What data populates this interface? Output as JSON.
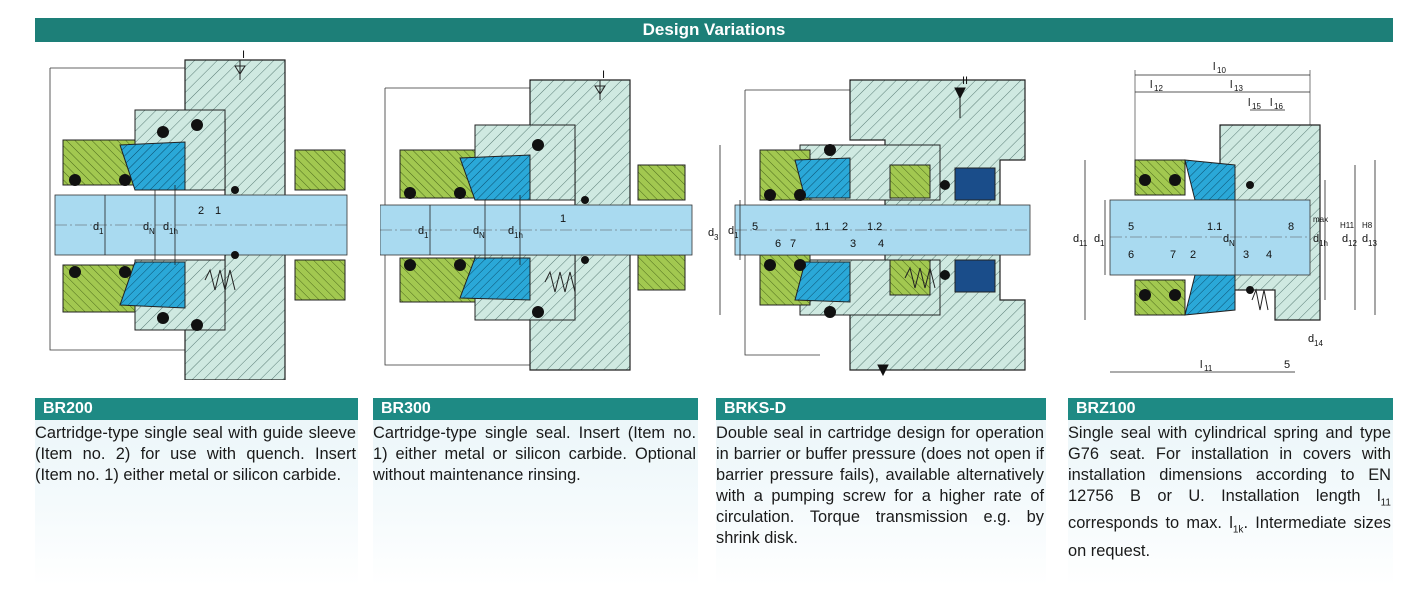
{
  "header": {
    "title": "Design Variations"
  },
  "cards": [
    {
      "title": "BR200",
      "text": "Cartridge-type single seal with guide sleeve (Item no. 2) for use with quench. Insert (Item no. 1) either metal or silicon carbide."
    },
    {
      "title": "BR300",
      "text": "Cartridge-type single seal. Insert (Item no. 1) either metal or silicon carbide. Optional without maintenance rinsing."
    },
    {
      "title": "BRKS-D",
      "text": "Double seal in cartridge design for operation in barrier or buffer pressure (does not open if barrier pressure fails), available alternatively with a pumping screw for a higher rate of circulation. Torque transmission e.g. by shrink disk."
    },
    {
      "title": "BRZ100",
      "text_parts": [
        "Single seal with cylindrical spring and type G76 seat. For installation in covers with installation dimensions according to EN 12756 B or U. Installation length l",
        "11",
        " corresponds to max. l",
        "1k",
        ". Intermediate sizes on request."
      ]
    }
  ],
  "drawings": {
    "br200": {
      "labels": [
        "d",
        "1",
        "d",
        "N",
        "d",
        "1h",
        "2",
        "1",
        "I",
        "I"
      ]
    },
    "br300": {
      "labels": [
        "d",
        "1",
        "d",
        "N",
        "d",
        "1h",
        "1",
        "I",
        "I"
      ]
    },
    "brksd": {
      "labels": [
        "d",
        "3",
        "d",
        "1",
        "5",
        "1.1",
        "2",
        "1.2",
        "6",
        "7",
        "3",
        "4",
        "II"
      ]
    },
    "brz100": {
      "labels": [
        "l",
        "10",
        "l",
        "12",
        "l",
        "13",
        "l",
        "15",
        "l",
        "16",
        "d",
        "11",
        "d",
        "1",
        "5",
        "1.1",
        "8",
        "d",
        "N",
        "d",
        "1h",
        "max",
        "d",
        "12",
        "H11",
        "d",
        "13",
        "H8",
        "6",
        "7",
        "2",
        "3",
        "4",
        "d",
        "14",
        "l",
        "11",
        "5"
      ]
    }
  },
  "colors": {
    "header": "#1d7f78",
    "card_title": "#1e8a84",
    "shaft": "#a9daf0",
    "housing": "#cfe9e1",
    "face": "#2aa8d8",
    "ring": "#a2c850",
    "oring": "#111111"
  }
}
